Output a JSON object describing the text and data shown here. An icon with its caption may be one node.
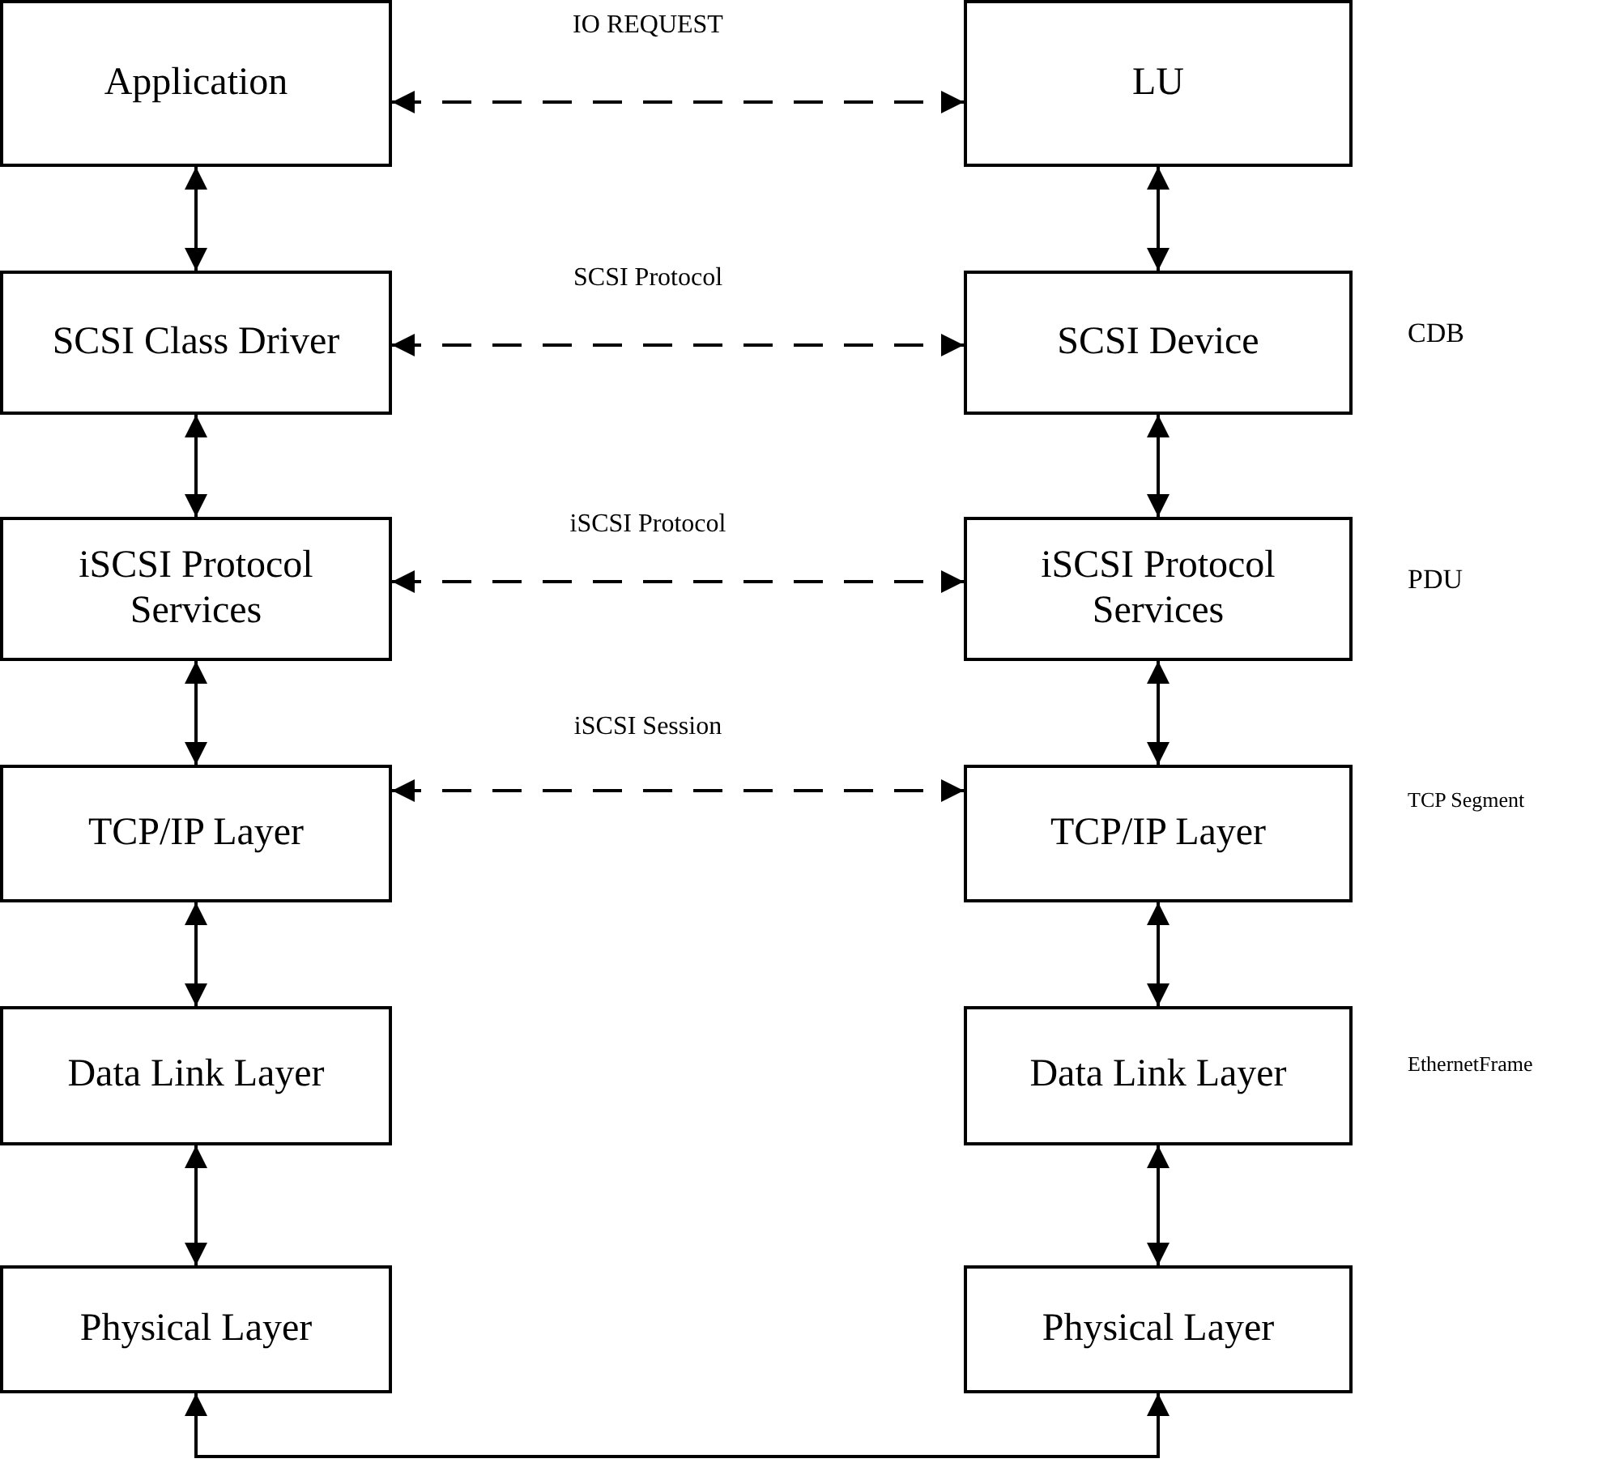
{
  "diagram": {
    "nodes": [
      {
        "text": [
          "Application"
        ]
      },
      {
        "text": [
          "LU"
        ]
      },
      {
        "text": [
          "SCSI Class Driver"
        ]
      },
      {
        "text": [
          "SCSI Device"
        ]
      },
      {
        "text": [
          "iSCSI Protocol Services"
        ]
      },
      {
        "text": [
          "iSCSI Protocol Services"
        ]
      },
      {
        "text": [
          "TCP/IP Layer"
        ]
      },
      {
        "text": [
          "TCP/IP Layer"
        ]
      },
      {
        "text": [
          "Data Link Layer"
        ]
      },
      {
        "text": [
          "Data Link Layer"
        ]
      },
      {
        "text": [
          "Physical Layer"
        ]
      },
      {
        "text": [
          "Physical Layer"
        ]
      }
    ],
    "edges": [
      {
        "from": 0,
        "to": 1,
        "arrow": "both",
        "style": "dashed",
        "label": "IO REQUEST"
      },
      {
        "from": 2,
        "to": 3,
        "arrow": "both",
        "style": "dashed",
        "label": "SCSI Protocol"
      },
      {
        "from": 4,
        "to": 5,
        "arrow": "both",
        "style": "dashed",
        "label": "iSCSI Protocol"
      },
      {
        "from": 6,
        "to": 7,
        "arrow": "both",
        "style": "dashed",
        "label": "iSCSI Session"
      },
      {
        "from": 0,
        "to": 2,
        "arrow": "both"
      },
      {
        "from": 2,
        "to": 4,
        "arrow": "both"
      },
      {
        "from": 4,
        "to": 6,
        "arrow": "both"
      },
      {
        "from": 6,
        "to": 8,
        "arrow": "both"
      },
      {
        "from": 8,
        "to": 10,
        "arrow": "both"
      },
      {
        "from": 1,
        "to": 3,
        "arrow": "both"
      },
      {
        "from": 3,
        "to": 5,
        "arrow": "both"
      },
      {
        "from": 5,
        "to": 7,
        "arrow": "both"
      },
      {
        "from": 7,
        "to": 9,
        "arrow": "both"
      },
      {
        "from": 9,
        "to": 11,
        "arrow": "both"
      },
      {
        "from": 10,
        "to": 11,
        "arrow": "both"
      }
    ],
    "labels": [
      "CDB",
      "PDU",
      "TCP Segment",
      "EthernetFrame"
    ]
  }
}
